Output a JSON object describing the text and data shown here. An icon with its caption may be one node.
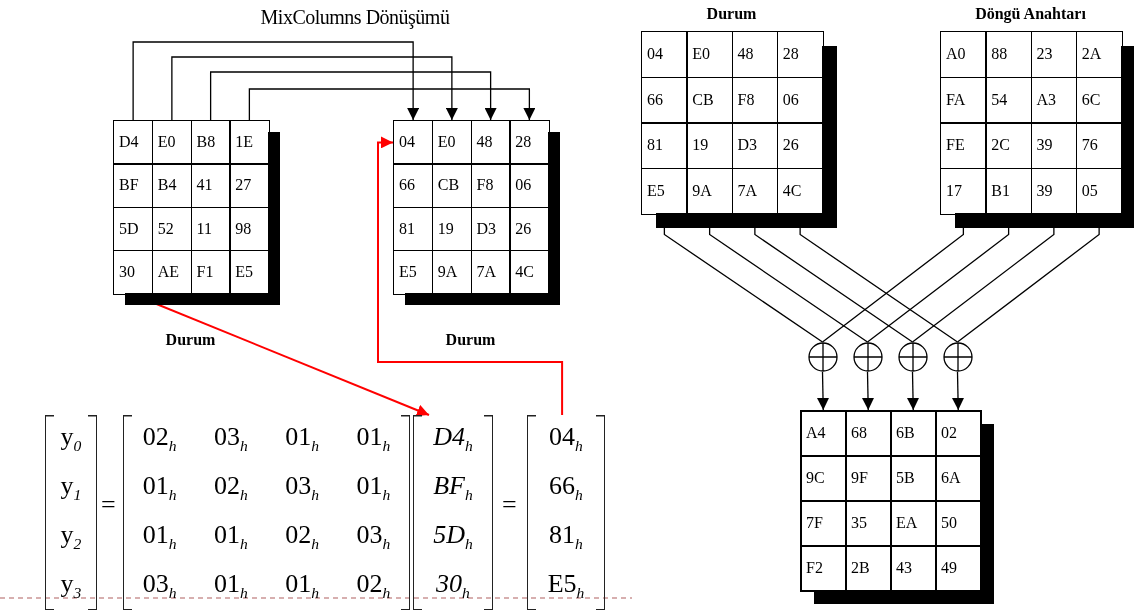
{
  "diagram": {
    "title": "MixColumns Dönüşümü",
    "nodes": [
      {
        "text": [
          "Durum"
        ]
      },
      {
        "text": [
          "D4"
        ],
        "in": 0
      },
      {
        "text": [
          "E0"
        ],
        "in": 0
      },
      {
        "text": [
          "B8"
        ],
        "in": 0
      },
      {
        "text": [
          "1E"
        ],
        "in": 0
      },
      {
        "text": [
          "BF"
        ],
        "in": 0
      },
      {
        "text": [
          "B4"
        ],
        "in": 0
      },
      {
        "text": [
          "41"
        ],
        "in": 0
      },
      {
        "text": [
          "27"
        ],
        "in": 0
      },
      {
        "text": [
          "5D"
        ],
        "in": 0
      },
      {
        "text": [
          "52"
        ],
        "in": 0
      },
      {
        "text": [
          "11"
        ],
        "in": 0
      },
      {
        "text": [
          "98"
        ],
        "in": 0
      },
      {
        "text": [
          "30"
        ],
        "in": 0
      },
      {
        "text": [
          "AE"
        ],
        "in": 0
      },
      {
        "text": [
          "F1"
        ],
        "in": 0
      },
      {
        "text": [
          "E5"
        ],
        "in": 0
      },
      {
        "text": [
          "Durum"
        ]
      },
      {
        "text": [
          "04"
        ],
        "in": 17
      },
      {
        "text": [
          "E0"
        ],
        "in": 17
      },
      {
        "text": [
          "48"
        ],
        "in": 17
      },
      {
        "text": [
          "28"
        ],
        "in": 17
      },
      {
        "text": [
          "66"
        ],
        "in": 17
      },
      {
        "text": [
          "CB"
        ],
        "in": 17
      },
      {
        "text": [
          "F8"
        ],
        "in": 17
      },
      {
        "text": [
          "06"
        ],
        "in": 17
      },
      {
        "text": [
          "81"
        ],
        "in": 17
      },
      {
        "text": [
          "19"
        ],
        "in": 17
      },
      {
        "text": [
          "D3"
        ],
        "in": 17
      },
      {
        "text": [
          "26"
        ],
        "in": 17
      },
      {
        "text": [
          "E5"
        ],
        "in": 17
      },
      {
        "text": [
          "9A"
        ],
        "in": 17
      },
      {
        "text": [
          "7A"
        ],
        "in": 17
      },
      {
        "text": [
          "4C"
        ],
        "in": 17
      },
      {
        "text": [
          "Durum"
        ]
      },
      {
        "text": [
          "04"
        ],
        "in": 34
      },
      {
        "text": [
          "E0"
        ],
        "in": 34
      },
      {
        "text": [
          "48"
        ],
        "in": 34
      },
      {
        "text": [
          "28"
        ],
        "in": 34
      },
      {
        "text": [
          "66"
        ],
        "in": 34
      },
      {
        "text": [
          "CB"
        ],
        "in": 34
      },
      {
        "text": [
          "F8"
        ],
        "in": 34
      },
      {
        "text": [
          "06"
        ],
        "in": 34
      },
      {
        "text": [
          "81"
        ],
        "in": 34
      },
      {
        "text": [
          "19"
        ],
        "in": 34
      },
      {
        "text": [
          "D3"
        ],
        "in": 34
      },
      {
        "text": [
          "26"
        ],
        "in": 34
      },
      {
        "text": [
          "E5"
        ],
        "in": 34
      },
      {
        "text": [
          "9A"
        ],
        "in": 34
      },
      {
        "text": [
          "7A"
        ],
        "in": 34
      },
      {
        "text": [
          "4C"
        ],
        "in": 34
      },
      {
        "text": [
          "Döngü Anahtarı"
        ]
      },
      {
        "text": [
          "A0"
        ],
        "in": 51
      },
      {
        "text": [
          "88"
        ],
        "in": 51
      },
      {
        "text": [
          "23"
        ],
        "in": 51
      },
      {
        "text": [
          "2A"
        ],
        "in": 51
      },
      {
        "text": [
          "FA"
        ],
        "in": 51
      },
      {
        "text": [
          "54"
        ],
        "in": 51
      },
      {
        "text": [
          "A3"
        ],
        "in": 51
      },
      {
        "text": [
          "6C"
        ],
        "in": 51
      },
      {
        "text": [
          "FE"
        ],
        "in": 51
      },
      {
        "text": [
          "2C"
        ],
        "in": 51
      },
      {
        "text": [
          "39"
        ],
        "in": 51
      },
      {
        "text": [
          "76"
        ],
        "in": 51
      },
      {
        "text": [
          "17"
        ],
        "in": 51
      },
      {
        "text": [
          "B1"
        ],
        "in": 51
      },
      {
        "text": [
          "39"
        ],
        "in": 51
      },
      {
        "text": [
          "05"
        ],
        "in": 51
      },
      {
        "text": [],
        "shape": "circle"
      },
      {
        "text": [],
        "shape": "circle"
      },
      {
        "text": [],
        "shape": "circle"
      },
      {
        "text": [],
        "shape": "circle"
      },
      {
        "text": [],
        "shape": "box"
      },
      {
        "text": [
          "A4"
        ],
        "in": 72
      },
      {
        "text": [
          "68"
        ],
        "in": 72
      },
      {
        "text": [
          "6B"
        ],
        "in": 72
      },
      {
        "text": [
          "02"
        ],
        "in": 72
      },
      {
        "text": [
          "9C"
        ],
        "in": 72
      },
      {
        "text": [
          "9F"
        ],
        "in": 72
      },
      {
        "text": [
          "5B"
        ],
        "in": 72
      },
      {
        "text": [
          "6A"
        ],
        "in": 72
      },
      {
        "text": [
          "7F"
        ],
        "in": 72
      },
      {
        "text": [
          "35"
        ],
        "in": 72
      },
      {
        "text": [
          "EA"
        ],
        "in": 72
      },
      {
        "text": [
          "50"
        ],
        "in": 72
      },
      {
        "text": [
          "F2"
        ],
        "in": 72
      },
      {
        "text": [
          "2B"
        ],
        "in": 72
      },
      {
        "text": [
          "43"
        ],
        "in": 72
      },
      {
        "text": [
          "49"
        ],
        "in": 72
      },
      {
        "text": [
          "y$_{0}$",
          "y$_{1}$",
          "y$_{2}$",
          "y$_{3}$"
        ]
      },
      {
        "text": [
          "02$_{h}$",
          "03$_{h}$",
          "01$_{h}$",
          "01$_{h}$",
          "01$_{h}$",
          "02$_{h}$",
          "03$_{h}$",
          "01$_{h}$",
          "01$_{h}$",
          "01$_{h}$",
          "02$_{h}$",
          "03$_{h}$",
          "03$_{h}$",
          "01$_{h}$",
          "01$_{h}$",
          "02$_{h}$"
        ]
      },
      {
        "text": [
          "D4$_{h}$",
          "BF$_{h}$",
          "5D$_{h}$",
          "30$_{h}$"
        ]
      },
      {
        "text": [
          "04$_{h}$",
          "66$_{h}$",
          "81$_{h}$",
          "E5$_{h}$"
        ]
      }
    ],
    "edges": [
      {
        "from": 1,
        "to": 18,
        "arrow": "to"
      },
      {
        "from": 2,
        "to": 19,
        "arrow": "to"
      },
      {
        "from": 3,
        "to": 20,
        "arrow": "to"
      },
      {
        "from": 4,
        "to": 21,
        "arrow": "to"
      },
      {
        "from": 13,
        "to": 91,
        "arrow": "to",
        "color": "#ff0000"
      },
      {
        "from": 92,
        "to": 18,
        "arrow": "to",
        "color": "#ff0000"
      },
      {
        "from": 47,
        "to": 68,
        "arrow": "none"
      },
      {
        "from": 48,
        "to": 69,
        "arrow": "none"
      },
      {
        "from": 49,
        "to": 70,
        "arrow": "none"
      },
      {
        "from": 50,
        "to": 71,
        "arrow": "none"
      },
      {
        "from": 64,
        "to": 68,
        "arrow": "none"
      },
      {
        "from": 65,
        "to": 69,
        "arrow": "none"
      },
      {
        "from": 66,
        "to": 70,
        "arrow": "none"
      },
      {
        "from": 67,
        "to": 71,
        "arrow": "none"
      },
      {
        "from": 68,
        "to": 73,
        "arrow": "to"
      },
      {
        "from": 69,
        "to": 74,
        "arrow": "to"
      },
      {
        "from": 70,
        "to": 75,
        "arrow": "to"
      },
      {
        "from": 71,
        "to": 76,
        "arrow": "to"
      }
    ],
    "labels": [
      "=",
      "="
    ]
  }
}
